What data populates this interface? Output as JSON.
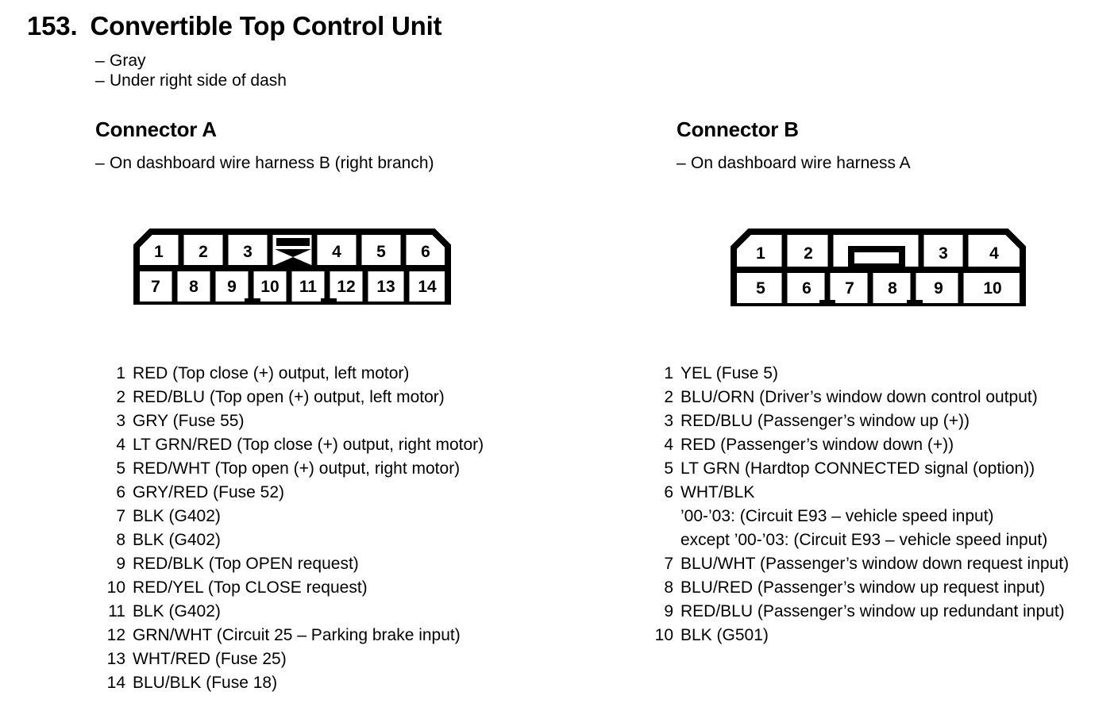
{
  "header": {
    "number": "153.",
    "title": "Convertible Top Control Unit",
    "notes": [
      "Gray",
      "Under right side of dash"
    ],
    "dash": "–"
  },
  "connectors": [
    {
      "id": "a",
      "title": "Connector A",
      "subtitle": "On dashboard wire harness B (right branch)",
      "diagram": {
        "top_row": [
          "1",
          "2",
          "3",
          "BLOCKED",
          "4",
          "5",
          "6"
        ],
        "bottom_row": [
          "7",
          "8",
          "9",
          "10",
          "11",
          "12",
          "13",
          "14"
        ],
        "blocked_marker": "x-cross-slot"
      },
      "pins": [
        {
          "num": "1",
          "desc": "RED (Top close (+) output, left motor)"
        },
        {
          "num": "2",
          "desc": "RED/BLU (Top open (+) output, left motor)"
        },
        {
          "num": "3",
          "desc": "GRY (Fuse 55)"
        },
        {
          "num": "4",
          "desc": "LT GRN/RED (Top close (+) output, right motor)"
        },
        {
          "num": "5",
          "desc": "RED/WHT (Top open (+) output, right motor)"
        },
        {
          "num": "6",
          "desc": "GRY/RED (Fuse 52)"
        },
        {
          "num": "7",
          "desc": "BLK (G402)"
        },
        {
          "num": "8",
          "desc": "BLK (G402)"
        },
        {
          "num": "9",
          "desc": "RED/BLK (Top OPEN request)"
        },
        {
          "num": "10",
          "desc": "RED/YEL (Top CLOSE request)"
        },
        {
          "num": "11",
          "desc": "BLK (G402)"
        },
        {
          "num": "12",
          "desc": "GRN/WHT (Circuit 25 – Parking brake input)"
        },
        {
          "num": "13",
          "desc": "WHT/RED (Fuse 25)"
        },
        {
          "num": "14",
          "desc": "BLU/BLK (Fuse 18)"
        }
      ]
    },
    {
      "id": "b",
      "title": "Connector B",
      "subtitle": "On dashboard wire harness A",
      "diagram": {
        "top_row": [
          "1",
          "2",
          "BLOCKED",
          "3",
          "4"
        ],
        "bottom_row": [
          "5",
          "6",
          "7",
          "8",
          "9",
          "10"
        ],
        "blocked_marker": "key-slot-bar"
      },
      "pins": [
        {
          "num": "1",
          "desc": "YEL (Fuse 5)"
        },
        {
          "num": "2",
          "desc": "BLU/ORN (Driver’s window down control output)"
        },
        {
          "num": "3",
          "desc": "RED/BLU (Passenger’s window up (+))"
        },
        {
          "num": "4",
          "desc": "RED (Passenger’s window down (+))"
        },
        {
          "num": "5",
          "desc": "LT GRN (Hardtop CONNECTED signal (option))"
        },
        {
          "num": "6",
          "desc": "WHT/BLK",
          "sublines": [
            "’00-’03: (Circuit E93 – vehicle speed input)",
            "except ’00-’03: (Circuit E93 – vehicle speed input)"
          ]
        },
        {
          "num": "7",
          "desc": "BLU/WHT (Passenger’s window down request input)"
        },
        {
          "num": "8",
          "desc": "BLU/RED (Passenger’s window up request input)"
        },
        {
          "num": "9",
          "desc": "RED/BLU (Passenger’s window up redundant input)"
        },
        {
          "num": "10",
          "desc": "BLK (G501)"
        }
      ]
    }
  ],
  "colors": {
    "ink": "#000000",
    "paper": "#ffffff"
  }
}
